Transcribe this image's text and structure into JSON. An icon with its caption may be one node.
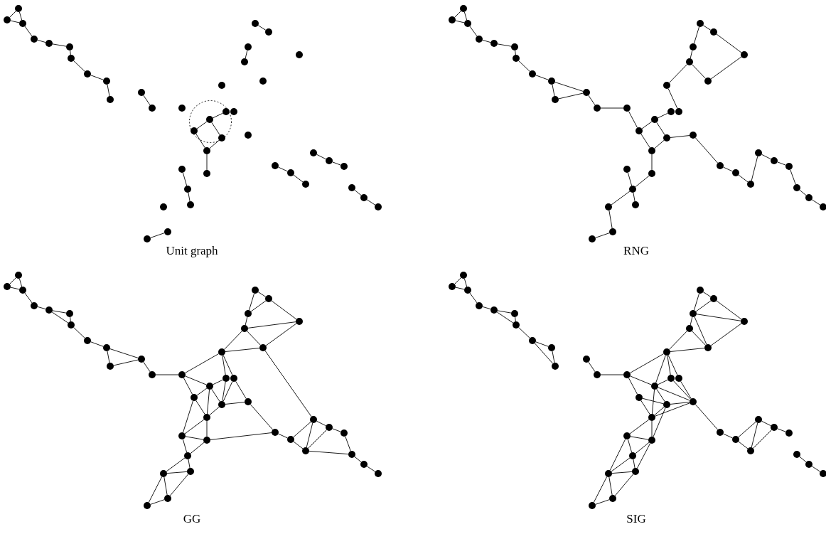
{
  "diagram": {
    "nodes": [
      {
        "text": [],
        "shape": "circle"
      },
      {
        "text": [],
        "shape": "circle"
      },
      {
        "text": [],
        "shape": "circle"
      },
      {
        "text": [],
        "shape": "circle"
      },
      {
        "text": [],
        "shape": "circle"
      },
      {
        "text": [],
        "shape": "circle"
      },
      {
        "text": [],
        "shape": "circle"
      },
      {
        "text": [],
        "shape": "circle"
      },
      {
        "text": [],
        "shape": "circle"
      },
      {
        "text": [],
        "shape": "circle"
      },
      {
        "text": [],
        "shape": "circle"
      },
      {
        "text": [],
        "shape": "circle"
      },
      {
        "text": [],
        "shape": "circle"
      },
      {
        "text": [],
        "shape": "circle"
      },
      {
        "text": [],
        "shape": "circle"
      },
      {
        "text": [],
        "shape": "circle"
      },
      {
        "text": [],
        "shape": "circle"
      },
      {
        "text": [],
        "shape": "circle"
      },
      {
        "text": [],
        "shape": "circle"
      },
      {
        "text": [],
        "shape": "circle"
      },
      {
        "text": [],
        "shape": "circle"
      },
      {
        "text": [],
        "shape": "circle"
      },
      {
        "text": [],
        "shape": "circle"
      },
      {
        "text": [],
        "shape": "circle"
      },
      {
        "text": [],
        "shape": "circle"
      },
      {
        "text": [],
        "shape": "circle"
      },
      {
        "text": [],
        "shape": "circle"
      },
      {
        "text": [],
        "shape": "circle"
      },
      {
        "text": [],
        "shape": "circle"
      },
      {
        "text": [],
        "shape": "circle"
      },
      {
        "text": [],
        "shape": "circle"
      },
      {
        "text": [],
        "shape": "circle"
      },
      {
        "text": [],
        "shape": "circle"
      },
      {
        "text": [],
        "shape": "circle"
      },
      {
        "text": [],
        "shape": "circle"
      },
      {
        "text": [],
        "shape": "circle"
      },
      {
        "text": [],
        "shape": "circle"
      },
      {
        "text": [],
        "shape": "circle"
      },
      {
        "text": [],
        "shape": "circle"
      },
      {
        "text": [],
        "shape": "circle"
      },
      {
        "text": [],
        "shape": "circle"
      },
      {
        "text": [],
        "shape": "circle"
      },
      {
        "text": [],
        "shape": "circle"
      },
      {
        "text": [],
        "shape": "circle"
      },
      {
        "text": [],
        "shape": "circle"
      },
      {
        "text": [],
        "shape": "circle"
      },
      {
        "text": [],
        "shape": "circle"
      },
      {
        "text": [],
        "shape": "circle"
      },
      {
        "text": [],
        "shape": "circle"
      },
      {
        "text": [],
        "shape": "circle"
      },
      {
        "text": [],
        "shape": "circle"
      },
      {
        "text": [],
        "shape": "circle"
      },
      {
        "text": [],
        "shape": "circle"
      },
      {
        "text": [],
        "shape": "circle"
      },
      {
        "text": [],
        "shape": "circle"
      },
      {
        "text": [],
        "shape": "circle"
      },
      {
        "text": [],
        "shape": "circle"
      },
      {
        "text": [],
        "shape": "circle"
      },
      {
        "text": [],
        "shape": "circle"
      },
      {
        "text": [],
        "shape": "circle"
      },
      {
        "text": [],
        "shape": "circle"
      },
      {
        "text": [],
        "shape": "circle"
      },
      {
        "text": [],
        "shape": "circle"
      },
      {
        "text": [],
        "shape": "circle"
      },
      {
        "text": [],
        "shape": "circle"
      },
      {
        "text": [],
        "shape": "circle"
      },
      {
        "text": [],
        "shape": "circle"
      },
      {
        "text": [],
        "shape": "circle"
      },
      {
        "text": [],
        "shape": "circle"
      },
      {
        "text": [],
        "shape": "circle"
      },
      {
        "text": [],
        "shape": "circle"
      },
      {
        "text": [],
        "shape": "circle"
      },
      {
        "text": [],
        "shape": "circle"
      },
      {
        "text": [],
        "shape": "circle"
      },
      {
        "text": [],
        "shape": "circle"
      },
      {
        "text": [],
        "shape": "circle"
      },
      {
        "text": [],
        "shape": "circle"
      },
      {
        "text": [],
        "shape": "circle"
      },
      {
        "text": [],
        "shape": "circle"
      },
      {
        "text": [],
        "shape": "circle"
      },
      {
        "text": [],
        "shape": "circle"
      },
      {
        "text": [],
        "shape": "circle"
      },
      {
        "text": [],
        "shape": "circle"
      },
      {
        "text": [],
        "shape": "circle"
      },
      {
        "text": [],
        "shape": "circle"
      },
      {
        "text": [],
        "shape": "circle"
      },
      {
        "text": [],
        "shape": "circle"
      },
      {
        "text": [],
        "shape": "circle"
      },
      {
        "text": [],
        "shape": "circle"
      },
      {
        "text": [],
        "shape": "circle"
      },
      {
        "text": [],
        "shape": "circle"
      },
      {
        "text": [],
        "shape": "circle"
      },
      {
        "text": [],
        "shape": "circle"
      },
      {
        "text": [],
        "shape": "circle"
      },
      {
        "text": [],
        "shape": "circle"
      },
      {
        "text": [],
        "shape": "circle"
      },
      {
        "text": [],
        "shape": "circle"
      },
      {
        "text": [],
        "shape": "circle"
      },
      {
        "text": [],
        "shape": "circle"
      },
      {
        "text": [],
        "shape": "circle"
      },
      {
        "text": [],
        "shape": "circle"
      },
      {
        "text": [],
        "shape": "circle"
      },
      {
        "text": [],
        "shape": "circle"
      },
      {
        "text": [],
        "shape": "circle"
      },
      {
        "text": [],
        "shape": "circle"
      },
      {
        "text": [],
        "shape": "circle"
      },
      {
        "text": [],
        "shape": "circle"
      },
      {
        "text": [],
        "shape": "circle"
      },
      {
        "text": [],
        "shape": "circle"
      },
      {
        "text": [],
        "shape": "circle"
      },
      {
        "text": [],
        "shape": "circle"
      },
      {
        "text": [],
        "shape": "circle"
      },
      {
        "text": [],
        "shape": "circle"
      },
      {
        "text": [],
        "shape": "circle"
      },
      {
        "text": [],
        "shape": "circle"
      },
      {
        "text": [],
        "shape": "circle"
      },
      {
        "text": [],
        "shape": "circle"
      },
      {
        "text": [],
        "shape": "circle"
      },
      {
        "text": [],
        "shape": "circle"
      },
      {
        "text": [],
        "shape": "circle"
      },
      {
        "text": [],
        "shape": "circle"
      },
      {
        "text": [],
        "shape": "circle"
      },
      {
        "text": [],
        "shape": "circle"
      },
      {
        "text": [],
        "shape": "circle"
      },
      {
        "text": [],
        "shape": "circle"
      },
      {
        "text": [],
        "shape": "circle"
      },
      {
        "text": [],
        "shape": "circle"
      },
      {
        "text": [],
        "shape": "circle"
      },
      {
        "text": [],
        "shape": "circle"
      },
      {
        "text": [],
        "shape": "circle"
      },
      {
        "text": [],
        "shape": "circle"
      },
      {
        "text": [],
        "shape": "circle"
      },
      {
        "text": [],
        "shape": "circle"
      },
      {
        "text": [],
        "shape": "circle"
      },
      {
        "text": [],
        "shape": "circle"
      },
      {
        "text": [],
        "shape": "circle"
      },
      {
        "text": [],
        "shape": "circle"
      },
      {
        "text": [],
        "shape": "circle"
      },
      {
        "text": [],
        "shape": "circle"
      },
      {
        "text": [],
        "shape": "circle"
      },
      {
        "text": [],
        "shape": "circle"
      },
      {
        "text": [],
        "shape": "circle"
      },
      {
        "text": [],
        "shape": "circle"
      },
      {
        "text": [],
        "shape": "circle"
      },
      {
        "text": [],
        "shape": "circle"
      },
      {
        "text": [],
        "shape": "circle"
      },
      {
        "text": [],
        "shape": "circle"
      },
      {
        "text": [],
        "shape": "circle"
      },
      {
        "text": [],
        "shape": "circle"
      },
      {
        "text": [],
        "shape": "circle"
      },
      {
        "text": [],
        "shape": "circle"
      },
      {
        "text": [],
        "shape": "circle"
      },
      {
        "text": [],
        "shape": "circle"
      },
      {
        "text": [],
        "shape": "circle"
      },
      {
        "text": [],
        "shape": "circle"
      },
      {
        "text": [],
        "shape": "circle"
      },
      {
        "text": [],
        "shape": "circle"
      },
      {
        "text": [],
        "shape": "circle"
      },
      {
        "text": [],
        "shape": "circle"
      },
      {
        "text": [],
        "shape": "circle"
      },
      {
        "text": [],
        "shape": "circle"
      },
      {
        "text": [],
        "shape": "circle"
      },
      {
        "text": [],
        "shape": "circle"
      },
      {
        "text": [],
        "shape": "circle"
      },
      {
        "text": [],
        "shape": "circle"
      },
      {
        "text": [],
        "shape": "circle"
      },
      {
        "text": [],
        "shape": "circle"
      },
      {
        "text": [],
        "shape": "circle"
      },
      {
        "text": [],
        "shape": "circle"
      },
      {
        "text": [],
        "shape": "circle"
      },
      {
        "text": [],
        "shape": "circle"
      },
      {
        "text": [],
        "shape": "circle"
      }
    ],
    "edges": [
      {
        "from": 0,
        "to": 1,
        "arrow": "none"
      },
      {
        "from": 0,
        "to": 2,
        "arrow": "none"
      },
      {
        "from": 1,
        "to": 2,
        "arrow": "none"
      },
      {
        "from": 2,
        "to": 3,
        "arrow": "none"
      },
      {
        "from": 3,
        "to": 4,
        "arrow": "none"
      },
      {
        "from": 4,
        "to": 5,
        "arrow": "none"
      },
      {
        "from": 5,
        "to": 6,
        "arrow": "none"
      },
      {
        "from": 6,
        "to": 7,
        "arrow": "none"
      },
      {
        "from": 7,
        "to": 8,
        "arrow": "none"
      },
      {
        "from": 8,
        "to": 9,
        "arrow": "none"
      },
      {
        "from": 10,
        "to": 11,
        "arrow": "none"
      },
      {
        "from": 13,
        "to": 14,
        "arrow": "none"
      },
      {
        "from": 15,
        "to": 16,
        "arrow": "none"
      },
      {
        "from": 22,
        "to": 20,
        "arrow": "none"
      },
      {
        "from": 22,
        "to": 23,
        "arrow": "none"
      },
      {
        "from": 22,
        "to": 24,
        "arrow": "none"
      },
      {
        "from": 23,
        "to": 26,
        "arrow": "none"
      },
      {
        "from": 24,
        "to": 26,
        "arrow": "none"
      },
      {
        "from": 26,
        "to": 27,
        "arrow": "none"
      },
      {
        "from": 28,
        "to": 29,
        "arrow": "none"
      },
      {
        "from": 29,
        "to": 30,
        "arrow": "none"
      },
      {
        "from": 32,
        "to": 33,
        "arrow": "none"
      },
      {
        "from": 34,
        "to": 35,
        "arrow": "none"
      },
      {
        "from": 35,
        "to": 36,
        "arrow": "none"
      },
      {
        "from": 37,
        "to": 38,
        "arrow": "none"
      },
      {
        "from": 38,
        "to": 39,
        "arrow": "none"
      },
      {
        "from": 40,
        "to": 41,
        "arrow": "none"
      },
      {
        "from": 41,
        "to": 42,
        "arrow": "none"
      },
      {
        "from": 43,
        "to": 44,
        "arrow": "none"
      },
      {
        "from": 43,
        "to": 45,
        "arrow": "none"
      },
      {
        "from": 44,
        "to": 45,
        "arrow": "none"
      },
      {
        "from": 45,
        "to": 46,
        "arrow": "none"
      },
      {
        "from": 46,
        "to": 47,
        "arrow": "none"
      },
      {
        "from": 47,
        "to": 48,
        "arrow": "none"
      },
      {
        "from": 48,
        "to": 49,
        "arrow": "none"
      },
      {
        "from": 49,
        "to": 50,
        "arrow": "none"
      },
      {
        "from": 50,
        "to": 51,
        "arrow": "none"
      },
      {
        "from": 51,
        "to": 52,
        "arrow": "none"
      },
      {
        "from": 51,
        "to": 53,
        "arrow": "none"
      },
      {
        "from": 52,
        "to": 53,
        "arrow": "none"
      },
      {
        "from": 53,
        "to": 54,
        "arrow": "none"
      },
      {
        "from": 54,
        "to": 55,
        "arrow": "none"
      },
      {
        "from": 55,
        "to": 66,
        "arrow": "none"
      },
      {
        "from": 66,
        "to": 65,
        "arrow": "none"
      },
      {
        "from": 65,
        "to": 63,
        "arrow": "none"
      },
      {
        "from": 64,
        "to": 61,
        "arrow": "none"
      },
      {
        "from": 65,
        "to": 67,
        "arrow": "none"
      },
      {
        "from": 66,
        "to": 69,
        "arrow": "none"
      },
      {
        "from": 67,
        "to": 69,
        "arrow": "none"
      },
      {
        "from": 67,
        "to": 68,
        "arrow": "none"
      },
      {
        "from": 68,
        "to": 77,
        "arrow": "none"
      },
      {
        "from": 77,
        "to": 78,
        "arrow": "none"
      },
      {
        "from": 78,
        "to": 79,
        "arrow": "none"
      },
      {
        "from": 79,
        "to": 80,
        "arrow": "none"
      },
      {
        "from": 80,
        "to": 81,
        "arrow": "none"
      },
      {
        "from": 81,
        "to": 82,
        "arrow": "none"
      },
      {
        "from": 82,
        "to": 83,
        "arrow": "none"
      },
      {
        "from": 83,
        "to": 84,
        "arrow": "none"
      },
      {
        "from": 84,
        "to": 85,
        "arrow": "none"
      },
      {
        "from": 61,
        "to": 59,
        "arrow": "none"
      },
      {
        "from": 59,
        "to": 58,
        "arrow": "none"
      },
      {
        "from": 58,
        "to": 56,
        "arrow": "none"
      },
      {
        "from": 56,
        "to": 57,
        "arrow": "none"
      },
      {
        "from": 57,
        "to": 60,
        "arrow": "none"
      },
      {
        "from": 60,
        "to": 62,
        "arrow": "none"
      },
      {
        "from": 62,
        "to": 59,
        "arrow": "none"
      },
      {
        "from": 69,
        "to": 70,
        "arrow": "none"
      },
      {
        "from": 70,
        "to": 72,
        "arrow": "none"
      },
      {
        "from": 72,
        "to": 71,
        "arrow": "none"
      },
      {
        "from": 72,
        "to": 73,
        "arrow": "none"
      },
      {
        "from": 72,
        "to": 74,
        "arrow": "none"
      },
      {
        "from": 74,
        "to": 75,
        "arrow": "none"
      },
      {
        "from": 75,
        "to": 76,
        "arrow": "none"
      },
      {
        "from": 86,
        "to": 87,
        "arrow": "none"
      },
      {
        "from": 86,
        "to": 88,
        "arrow": "none"
      },
      {
        "from": 87,
        "to": 88,
        "arrow": "none"
      },
      {
        "from": 88,
        "to": 89,
        "arrow": "none"
      },
      {
        "from": 89,
        "to": 90,
        "arrow": "none"
      },
      {
        "from": 90,
        "to": 91,
        "arrow": "none"
      },
      {
        "from": 90,
        "to": 92,
        "arrow": "none"
      },
      {
        "from": 91,
        "to": 92,
        "arrow": "none"
      },
      {
        "from": 92,
        "to": 93,
        "arrow": "none"
      },
      {
        "from": 93,
        "to": 94,
        "arrow": "none"
      },
      {
        "from": 94,
        "to": 95,
        "arrow": "none"
      },
      {
        "from": 94,
        "to": 96,
        "arrow": "none"
      },
      {
        "from": 95,
        "to": 96,
        "arrow": "none"
      },
      {
        "from": 96,
        "to": 97,
        "arrow": "none"
      },
      {
        "from": 97,
        "to": 98,
        "arrow": "none"
      },
      {
        "from": 98,
        "to": 104,
        "arrow": "none"
      },
      {
        "from": 98,
        "to": 108,
        "arrow": "none"
      },
      {
        "from": 98,
        "to": 109,
        "arrow": "none"
      },
      {
        "from": 104,
        "to": 106,
        "arrow": "none"
      },
      {
        "from": 104,
        "to": 107,
        "arrow": "none"
      },
      {
        "from": 104,
        "to": 102,
        "arrow": "none"
      },
      {
        "from": 104,
        "to": 105,
        "arrow": "none"
      },
      {
        "from": 102,
        "to": 101,
        "arrow": "none"
      },
      {
        "from": 102,
        "to": 103,
        "arrow": "none"
      },
      {
        "from": 102,
        "to": 105,
        "arrow": "none"
      },
      {
        "from": 101,
        "to": 99,
        "arrow": "none"
      },
      {
        "from": 101,
        "to": 100,
        "arrow": "none"
      },
      {
        "from": 99,
        "to": 100,
        "arrow": "none"
      },
      {
        "from": 100,
        "to": 103,
        "arrow": "none"
      },
      {
        "from": 103,
        "to": 105,
        "arrow": "none"
      },
      {
        "from": 105,
        "to": 123,
        "arrow": "none"
      },
      {
        "from": 108,
        "to": 106,
        "arrow": "none"
      },
      {
        "from": 108,
        "to": 109,
        "arrow": "none"
      },
      {
        "from": 108,
        "to": 112,
        "arrow": "none"
      },
      {
        "from": 108,
        "to": 110,
        "arrow": "none"
      },
      {
        "from": 109,
        "to": 112,
        "arrow": "none"
      },
      {
        "from": 109,
        "to": 114,
        "arrow": "none"
      },
      {
        "from": 106,
        "to": 110,
        "arrow": "none"
      },
      {
        "from": 107,
        "to": 110,
        "arrow": "none"
      },
      {
        "from": 107,
        "to": 111,
        "arrow": "none"
      },
      {
        "from": 110,
        "to": 111,
        "arrow": "none"
      },
      {
        "from": 110,
        "to": 112,
        "arrow": "none"
      },
      {
        "from": 111,
        "to": 120,
        "arrow": "none"
      },
      {
        "from": 112,
        "to": 113,
        "arrow": "none"
      },
      {
        "from": 112,
        "to": 114,
        "arrow": "none"
      },
      {
        "from": 114,
        "to": 113,
        "arrow": "none"
      },
      {
        "from": 114,
        "to": 115,
        "arrow": "none"
      },
      {
        "from": 113,
        "to": 115,
        "arrow": "none"
      },
      {
        "from": 113,
        "to": 120,
        "arrow": "none"
      },
      {
        "from": 115,
        "to": 117,
        "arrow": "none"
      },
      {
        "from": 115,
        "to": 116,
        "arrow": "none"
      },
      {
        "from": 116,
        "to": 117,
        "arrow": "none"
      },
      {
        "from": 117,
        "to": 118,
        "arrow": "none"
      },
      {
        "from": 117,
        "to": 119,
        "arrow": "none"
      },
      {
        "from": 116,
        "to": 118,
        "arrow": "none"
      },
      {
        "from": 118,
        "to": 119,
        "arrow": "none"
      },
      {
        "from": 120,
        "to": 121,
        "arrow": "none"
      },
      {
        "from": 121,
        "to": 122,
        "arrow": "none"
      },
      {
        "from": 121,
        "to": 123,
        "arrow": "none"
      },
      {
        "from": 123,
        "to": 122,
        "arrow": "none"
      },
      {
        "from": 123,
        "to": 124,
        "arrow": "none"
      },
      {
        "from": 124,
        "to": 122,
        "arrow": "none"
      },
      {
        "from": 122,
        "to": 126,
        "arrow": "none"
      },
      {
        "from": 124,
        "to": 125,
        "arrow": "none"
      },
      {
        "from": 125,
        "to": 126,
        "arrow": "none"
      },
      {
        "from": 126,
        "to": 127,
        "arrow": "none"
      },
      {
        "from": 127,
        "to": 128,
        "arrow": "none"
      },
      {
        "from": 129,
        "to": 130,
        "arrow": "none"
      },
      {
        "from": 129,
        "to": 131,
        "arrow": "none"
      },
      {
        "from": 130,
        "to": 131,
        "arrow": "none"
      },
      {
        "from": 131,
        "to": 132,
        "arrow": "none"
      },
      {
        "from": 132,
        "to": 133,
        "arrow": "none"
      },
      {
        "from": 133,
        "to": 134,
        "arrow": "none"
      },
      {
        "from": 133,
        "to": 135,
        "arrow": "none"
      },
      {
        "from": 134,
        "to": 135,
        "arrow": "none"
      },
      {
        "from": 135,
        "to": 136,
        "arrow": "none"
      },
      {
        "from": 136,
        "to": 137,
        "arrow": "none"
      },
      {
        "from": 136,
        "to": 138,
        "arrow": "none"
      },
      {
        "from": 137,
        "to": 138,
        "arrow": "none"
      },
      {
        "from": 139,
        "to": 140,
        "arrow": "none"
      },
      {
        "from": 140,
        "to": 141,
        "arrow": "none"
      },
      {
        "from": 141,
        "to": 147,
        "arrow": "none"
      },
      {
        "from": 141,
        "to": 151,
        "arrow": "none"
      },
      {
        "from": 141,
        "to": 152,
        "arrow": "none"
      },
      {
        "from": 147,
        "to": 145,
        "arrow": "none"
      },
      {
        "from": 147,
        "to": 148,
        "arrow": "none"
      },
      {
        "from": 147,
        "to": 151,
        "arrow": "none"
      },
      {
        "from": 147,
        "to": 149,
        "arrow": "none"
      },
      {
        "from": 147,
        "to": 150,
        "arrow": "none"
      },
      {
        "from": 149,
        "to": 154,
        "arrow": "none"
      },
      {
        "from": 150,
        "to": 154,
        "arrow": "none"
      },
      {
        "from": 145,
        "to": 144,
        "arrow": "none"
      },
      {
        "from": 144,
        "to": 142,
        "arrow": "none"
      },
      {
        "from": 144,
        "to": 143,
        "arrow": "none"
      },
      {
        "from": 142,
        "to": 143,
        "arrow": "none"
      },
      {
        "from": 143,
        "to": 146,
        "arrow": "none"
      },
      {
        "from": 144,
        "to": 146,
        "arrow": "none"
      },
      {
        "from": 144,
        "to": 148,
        "arrow": "none"
      },
      {
        "from": 145,
        "to": 148,
        "arrow": "none"
      },
      {
        "from": 146,
        "to": 148,
        "arrow": "none"
      },
      {
        "from": 151,
        "to": 149,
        "arrow": "none"
      },
      {
        "from": 151,
        "to": 154,
        "arrow": "none"
      },
      {
        "from": 151,
        "to": 153,
        "arrow": "none"
      },
      {
        "from": 151,
        "to": 155,
        "arrow": "none"
      },
      {
        "from": 152,
        "to": 155,
        "arrow": "none"
      },
      {
        "from": 152,
        "to": 153,
        "arrow": "none"
      },
      {
        "from": 153,
        "to": 154,
        "arrow": "none"
      },
      {
        "from": 155,
        "to": 154,
        "arrow": "none"
      },
      {
        "from": 153,
        "to": 155,
        "arrow": "none"
      },
      {
        "from": 153,
        "to": 156,
        "arrow": "none"
      },
      {
        "from": 155,
        "to": 156,
        "arrow": "none"
      },
      {
        "from": 155,
        "to": 157,
        "arrow": "none"
      },
      {
        "from": 157,
        "to": 156,
        "arrow": "none"
      },
      {
        "from": 157,
        "to": 158,
        "arrow": "none"
      },
      {
        "from": 157,
        "to": 160,
        "arrow": "none"
      },
      {
        "from": 156,
        "to": 158,
        "arrow": "none"
      },
      {
        "from": 156,
        "to": 159,
        "arrow": "none"
      },
      {
        "from": 158,
        "to": 159,
        "arrow": "none"
      },
      {
        "from": 158,
        "to": 160,
        "arrow": "none"
      },
      {
        "from": 160,
        "to": 159,
        "arrow": "none"
      },
      {
        "from": 160,
        "to": 161,
        "arrow": "none"
      },
      {
        "from": 160,
        "to": 162,
        "arrow": "none"
      },
      {
        "from": 159,
        "to": 161,
        "arrow": "none"
      },
      {
        "from": 161,
        "to": 162,
        "arrow": "none"
      },
      {
        "from": 154,
        "to": 163,
        "arrow": "none"
      },
      {
        "from": 163,
        "to": 164,
        "arrow": "none"
      },
      {
        "from": 164,
        "to": 166,
        "arrow": "none"
      },
      {
        "from": 164,
        "to": 165,
        "arrow": "none"
      },
      {
        "from": 165,
        "to": 166,
        "arrow": "none"
      },
      {
        "from": 166,
        "to": 167,
        "arrow": "none"
      },
      {
        "from": 165,
        "to": 167,
        "arrow": "none"
      },
      {
        "from": 167,
        "to": 168,
        "arrow": "none"
      },
      {
        "from": 169,
        "to": 170,
        "arrow": "none"
      },
      {
        "from": 170,
        "to": 171,
        "arrow": "none"
      }
    ],
    "labels": [
      "Unit graph",
      "RNG",
      "GG",
      "SIG"
    ]
  }
}
